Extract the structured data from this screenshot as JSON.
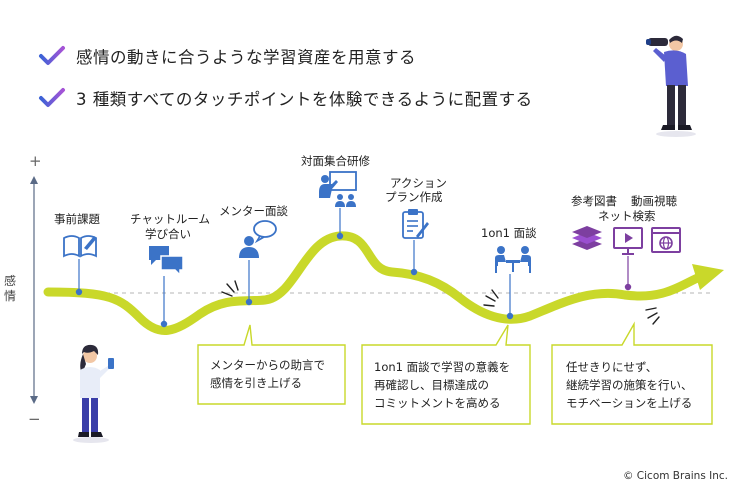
{
  "goals": [
    "感情の動きに合うような学習資産を用意する",
    "3 種類すべてのタッチポイントを体験できるように配置する"
  ],
  "axis": {
    "plus": "+",
    "minus": "−",
    "label": "感情"
  },
  "touchpoints": {
    "pre_assignment": "事前課題",
    "chatroom_l1": "チャットルーム",
    "chatroom_l2": "学び合い",
    "mentor_interview": "メンター面談",
    "f2f_training": "対面集合研修",
    "action_plan_l1": "アクション",
    "action_plan_l2": "プラン作成",
    "one_on_one": "1on1 面談",
    "ref_books": "参考図書",
    "video_watch": "動画視聴",
    "net_search": "ネット検索"
  },
  "callouts": [
    {
      "lines": [
        "メンターからの助言で",
        "感情を引き上げる"
      ]
    },
    {
      "lines": [
        "1on1 面談で学習の意義を",
        "再確認し、目標達成の",
        "コミットメントを高める"
      ]
    },
    {
      "lines": [
        "任せきりにせず、",
        "継続学習の施策を行い、",
        "モチベーションを上げる"
      ]
    }
  ],
  "colors": {
    "curve": "#c9d82a",
    "icon": "#3b73c7",
    "purple": "#7d3fa0",
    "check_blue": "#3b63d6",
    "check_purple": "#9a4fd0",
    "axis": "#5a6a86"
  },
  "copyright": "© Cicom Brains Inc."
}
